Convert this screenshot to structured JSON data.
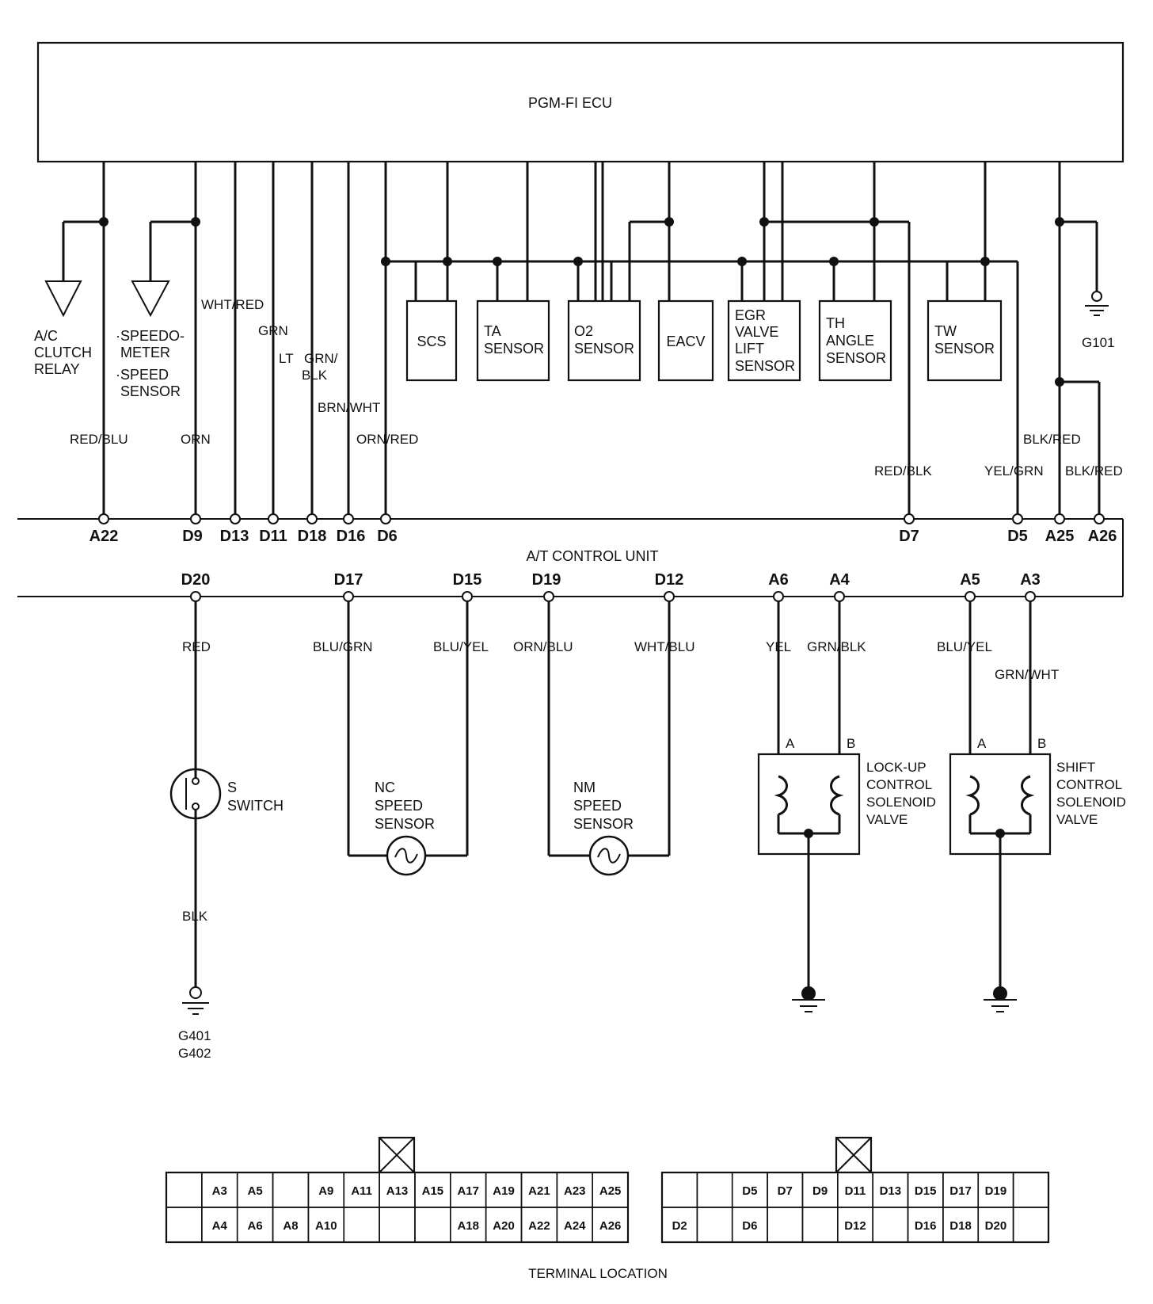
{
  "ecu": {
    "title": "PGM-FI ECU"
  },
  "atcu": {
    "title": "A/T CONTROL UNIT"
  },
  "components": {
    "ac_relay": [
      "A/C",
      "CLUTCH",
      "RELAY"
    ],
    "speedo": [
      "·SPEEDO-",
      "METER",
      "·SPEED",
      "SENSOR"
    ],
    "scs": "SCS",
    "ta": [
      "TA",
      "SENSOR"
    ],
    "o2": [
      "O2",
      "SENSOR"
    ],
    "eacv": "EACV",
    "egr": [
      "EGR",
      "VALVE",
      "LIFT",
      "SENSOR"
    ],
    "th": [
      "TH",
      "ANGLE",
      "SENSOR"
    ],
    "tw": [
      "TW",
      "SENSOR"
    ],
    "g101": "G101",
    "s_switch": [
      "S",
      "SWITCH"
    ],
    "g401": [
      "G401",
      "G402"
    ],
    "nc": [
      "NC",
      "SPEED",
      "SENSOR"
    ],
    "nm": [
      "NM",
      "SPEED",
      "SENSOR"
    ],
    "lockup": [
      "LOCK-UP",
      "CONTROL",
      "SOLENOID",
      "VALVE"
    ],
    "shift": [
      "SHIFT",
      "CONTROL",
      "SOLENOID",
      "VALVE"
    ],
    "coil_a": "A",
    "coil_b": "B"
  },
  "top_pins": [
    "A22",
    "D9",
    "D13",
    "D11",
    "D18",
    "D16",
    "D6",
    "D7",
    "D5",
    "A25",
    "A26"
  ],
  "bottom_pins": [
    "D20",
    "D17",
    "D15",
    "D19",
    "D12",
    "A6",
    "A4",
    "A5",
    "A3"
  ],
  "wire_labels": {
    "red_blu": "RED/BLU",
    "orn": "ORN",
    "wht_red": "WHT/RED",
    "grn": "GRN",
    "lt_grn_blk": [
      "LT",
      "GRN/",
      "BLK"
    ],
    "brn_wht": "BRN/WHT",
    "orn_red": "ORN/RED",
    "red_blk": "RED/BLK",
    "yel_grn": "YEL/GRN",
    "blk_red_1": "BLK/RED",
    "blk_red_2": "BLK/RED",
    "red": "RED",
    "blk": "BLK",
    "blu_grn": "BLU/GRN",
    "blu_yel_1": "BLU/YEL",
    "orn_blu": "ORN/BLU",
    "wht_blu": "WHT/BLU",
    "yel": "YEL",
    "grn_blk": "GRN/BLK",
    "blu_yel_2": "BLU/YEL",
    "grn_wht": "GRN/WHT"
  },
  "connector_a": {
    "row1": [
      "",
      "A3",
      "A5",
      "",
      "A9",
      "A11",
      "A13",
      "A15",
      "A17",
      "A19",
      "A21",
      "A23",
      "A25"
    ],
    "row2": [
      "",
      "A4",
      "A6",
      "A8",
      "A10",
      "",
      "",
      "",
      "A18",
      "A20",
      "A22",
      "A24",
      "A26"
    ]
  },
  "connector_d": {
    "row1": [
      "",
      "",
      "D5",
      "D7",
      "D9",
      "D11",
      "D13",
      "D15",
      "D17",
      "D19",
      ""
    ],
    "row2": [
      "D2",
      "",
      "D6",
      "",
      "",
      "D12",
      "",
      "D16",
      "D18",
      "D20",
      ""
    ]
  },
  "terminal_location": "TERMINAL LOCATION"
}
